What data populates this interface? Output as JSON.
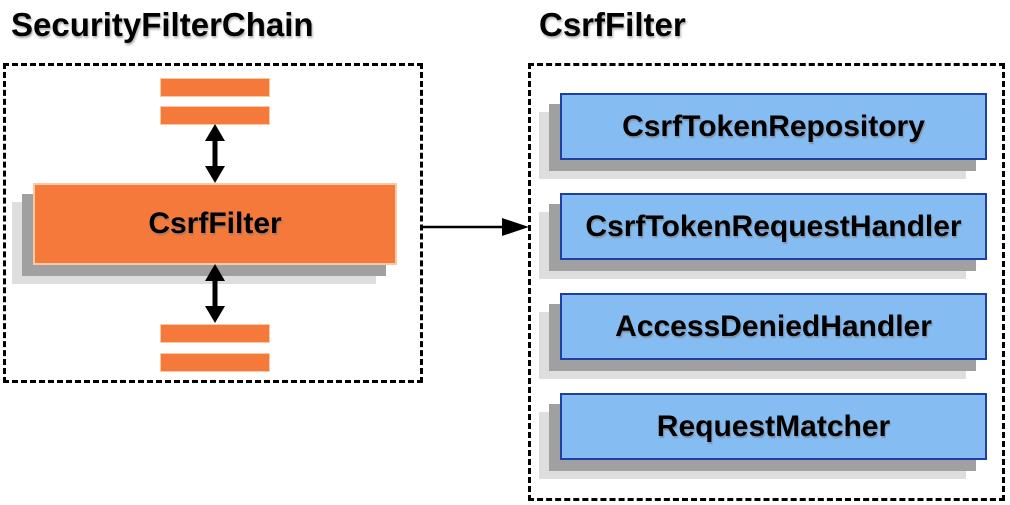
{
  "left_panel": {
    "title": "SecurityFilterChain",
    "filter_box_label": "CsrfFilter"
  },
  "right_panel": {
    "title": "CsrfFilter",
    "components": [
      "CsrfTokenRepository",
      "CsrfTokenRequestHandler",
      "AccessDeniedHandler",
      "RequestMatcher"
    ]
  },
  "colors": {
    "orange_fill": "#F4793B",
    "orange_border": "#F9C9A3",
    "blue_fill": "#85BCF2",
    "blue_border": "#1F3FA6",
    "shadow_dark": "#A0A0A0",
    "shadow_light": "#DEDEDE",
    "arrow_color": "#000000",
    "border_color": "#000000"
  }
}
